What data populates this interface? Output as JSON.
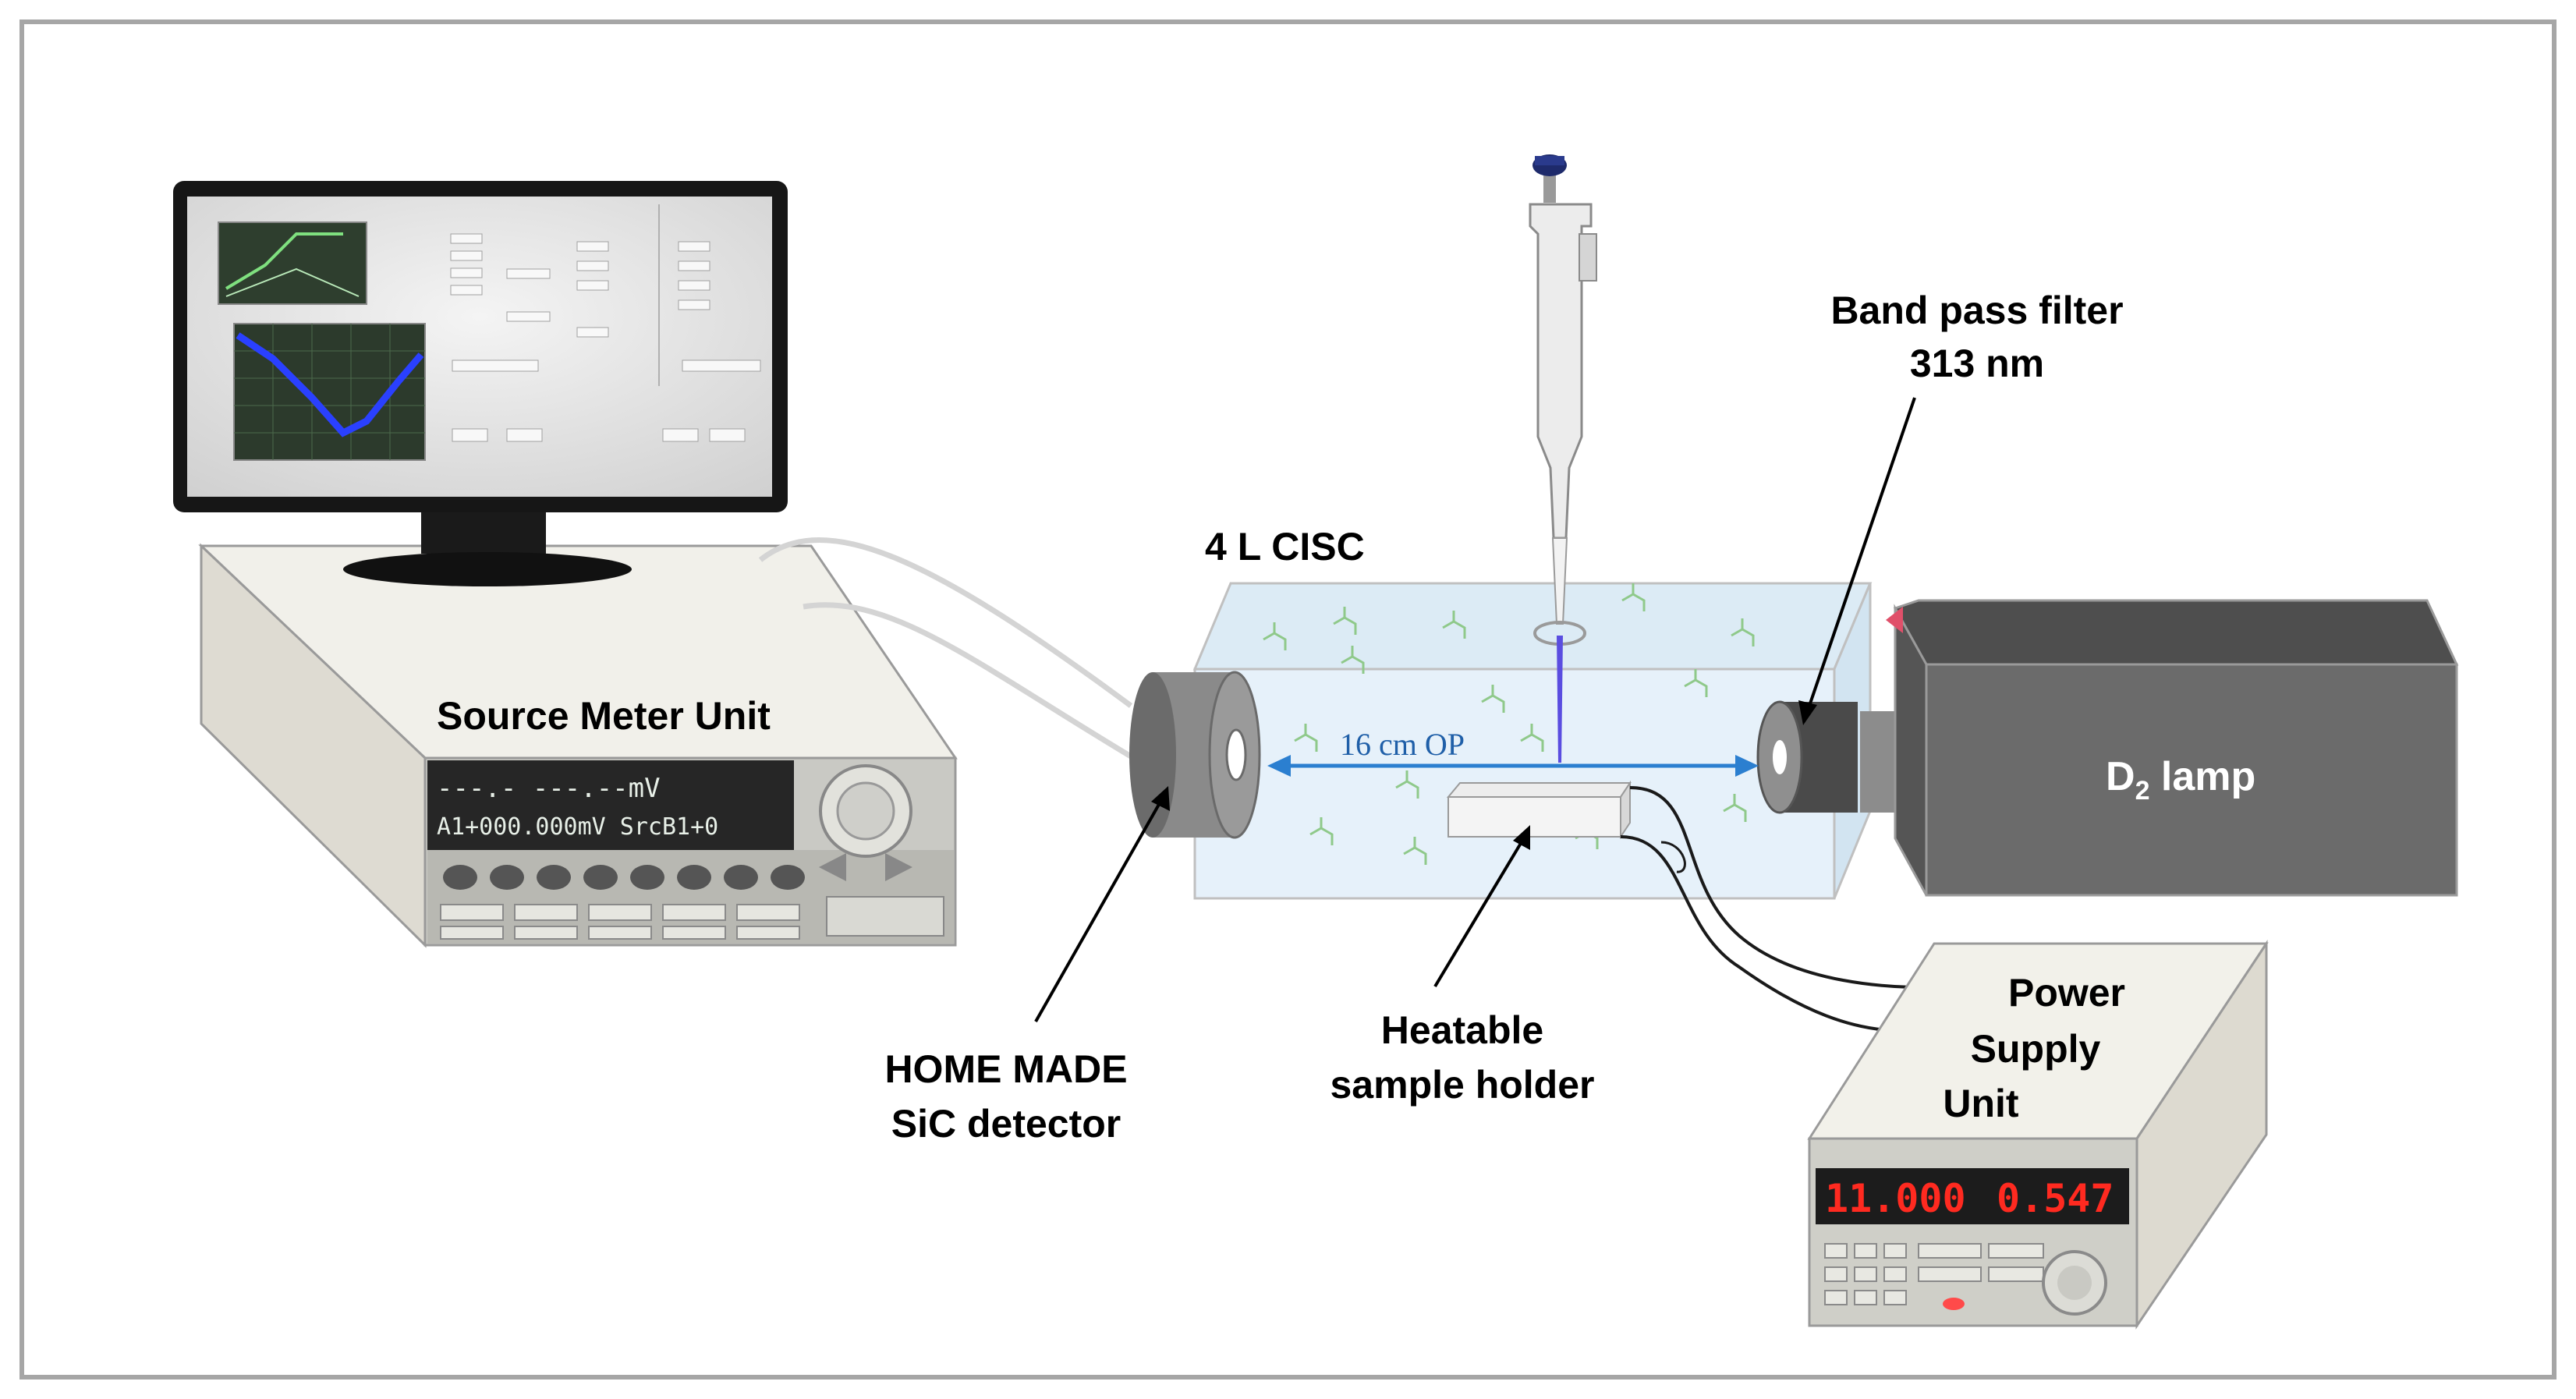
{
  "labels": {
    "source_meter": "Source Meter Unit",
    "cell": "4 L CISC",
    "filter_line1": "Band pass filter",
    "filter_line2": "313 nm",
    "lamp_main": "D",
    "lamp_sub": "2",
    "lamp_suffix": " lamp",
    "path_length": "16 cm OP",
    "detector_line1": "HOME MADE",
    "detector_line2": "SiC detector",
    "holder_line1": "Heatable",
    "holder_line2": "sample holder",
    "psu_line1": "Power",
    "psu_line2": "Supply",
    "psu_line3": "Unit"
  },
  "displays": {
    "smu_line1": "---.-    ---.--mV",
    "smu_line2": "A1+000.000mV SrcB1+0",
    "psu_voltage": "11.000",
    "psu_current": "0.547"
  },
  "colors": {
    "frame": "#a6a6a6",
    "cell_fill": "#e6f1fa",
    "arrow": "#2b7fd0",
    "lamp_front": "#6b6b6b",
    "molecule": "#8fc98a",
    "led": "#ff2a20"
  }
}
